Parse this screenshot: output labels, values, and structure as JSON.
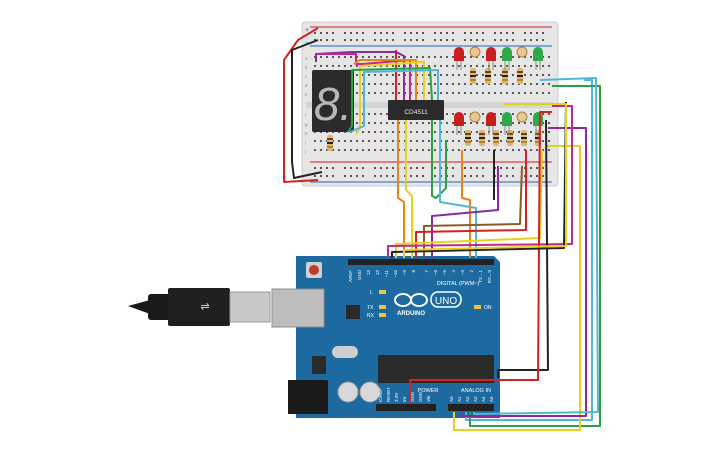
{
  "canvas": {
    "background": "#ffffff"
  },
  "breadboard": {
    "body_color": "#e6e6e6",
    "rail_red": "#d02020",
    "rail_blue": "#2060c0",
    "plus_sign": "+",
    "minus_sign": "−",
    "row_letters_left": [
      "a",
      "b",
      "c",
      "d",
      "e",
      "f",
      "g",
      "h",
      "i",
      "j"
    ]
  },
  "seven_segment": {
    "digit": "8.",
    "body_color": "#2b2b2b",
    "segment_color": "#b8b8b8"
  },
  "ic": {
    "label": "CD4511",
    "body_color": "#2a2a2a"
  },
  "leds": [
    {
      "color": "#c81e1e"
    },
    {
      "color": "#c81e1e"
    },
    {
      "color": "#2fa84a"
    },
    {
      "color": "#2fa84a"
    },
    {
      "color": "#c81e1e"
    },
    {
      "color": "#c81e1e"
    },
    {
      "color": "#2fa84a"
    },
    {
      "color": "#2fa84a"
    }
  ],
  "arduino": {
    "board_color": "#1d6aa0",
    "logo_text": "ARDUINO",
    "uno_text": "UNO",
    "digital_label": "DIGITAL (PWM~)",
    "digital_pins": [
      "AREF",
      "GND",
      "13",
      "12",
      "~11",
      "~10",
      "~9",
      "8",
      "7",
      "~6",
      "~5",
      "4",
      "~3",
      "2",
      "TX→1",
      "RX←0"
    ],
    "power_label": "POWER",
    "power_pins": [
      "IOREF",
      "RESET",
      "3.3V",
      "5V",
      "GND",
      "GND",
      "Vin"
    ],
    "analog_label": "ANALOG IN",
    "analog_pins": [
      "A0",
      "A1",
      "A2",
      "A3",
      "A4",
      "A5"
    ],
    "indicator_labels": [
      "L",
      "TX",
      "RX",
      "ON"
    ]
  },
  "wire_colors": {
    "red": "#d82020",
    "black": "#222222",
    "purple": "#8a2aa0",
    "magenta": "#c0288e",
    "orange": "#e8851a",
    "yellow": "#e6d21a",
    "green": "#2ea043",
    "cyan": "#4fb8d8",
    "brown": "#8a5a2a",
    "gray": "#8a8a8a"
  }
}
